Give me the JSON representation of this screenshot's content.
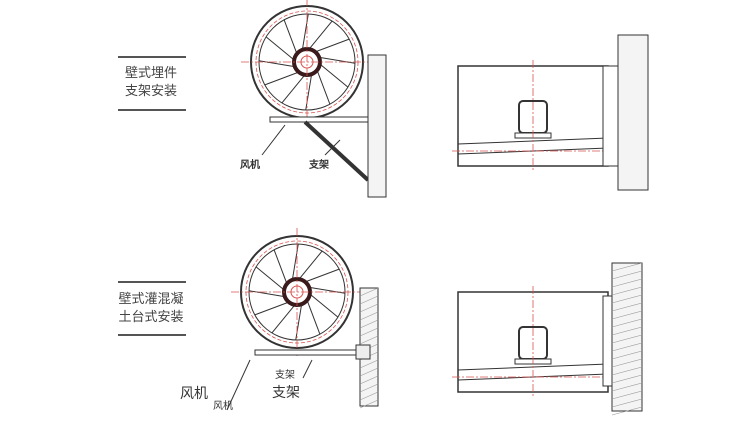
{
  "section1": {
    "title_line1": "壁式埋件",
    "title_line2": "支架安装",
    "fan_label": "风机",
    "bracket_label": "支架"
  },
  "section2": {
    "title_line1": "壁式灌混凝",
    "title_line2": "土台式安装",
    "fan_label_large": "风机",
    "fan_label_small": "风机",
    "bracket_label_small": "支架",
    "bracket_label_large": "支架"
  },
  "colors": {
    "line": "#333333",
    "centerline": "#d9534f",
    "wall_fill": "#f4f4f4"
  }
}
